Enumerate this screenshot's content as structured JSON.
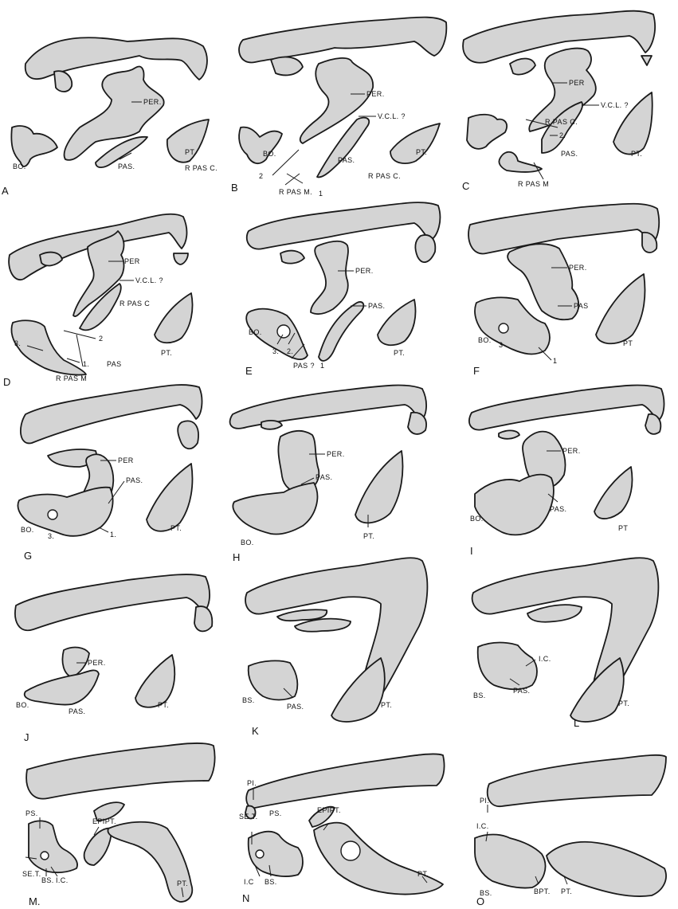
{
  "panels": [
    {
      "letter": "A",
      "labels": [
        "PER.",
        "BO.",
        "PAS.",
        "PT.",
        "R PAS C."
      ]
    },
    {
      "letter": "B",
      "labels": [
        "PER.",
        "V.C.L. ?",
        "BO.",
        "PAS.",
        "PT.",
        "R PAS C.",
        "R PAS M.",
        "2",
        "1"
      ]
    },
    {
      "letter": "C",
      "labels": [
        "PER",
        "V.C.L. ?",
        "R PAS C.",
        "2.",
        "PAS.",
        "PT.",
        "R PAS M"
      ]
    },
    {
      "letter": "D",
      "labels": [
        "PER",
        "V.C.L. ?",
        "R PAS C",
        "2",
        "3.",
        "1.",
        "PAS",
        "PT.",
        "R PAS M"
      ]
    },
    {
      "letter": "E",
      "labels": [
        "PER.",
        "PAS.",
        "BO.",
        "3.",
        "2.",
        "PAS ?",
        "1",
        "PT."
      ]
    },
    {
      "letter": "F",
      "labels": [
        "PER.",
        "PAS",
        "BO.",
        "3",
        "1",
        "PT"
      ]
    },
    {
      "letter": "G",
      "labels": [
        "PER",
        "PAS.",
        "BO.",
        "3.",
        "1.",
        "PT."
      ]
    },
    {
      "letter": "H",
      "labels": [
        "PER.",
        "PAS.",
        "BO.",
        "PT."
      ]
    },
    {
      "letter": "I",
      "labels": [
        "PER.",
        "BO.",
        "PAS.",
        "PT"
      ]
    },
    {
      "letter": "J",
      "labels": [
        "PER.",
        "BO.",
        "PAS.",
        "PT."
      ]
    },
    {
      "letter": "K",
      "labels": [
        "BS.",
        "PAS.",
        "PT."
      ]
    },
    {
      "letter": "L",
      "labels": [
        "I.C.",
        "BS.",
        "PAS.",
        "PT."
      ]
    },
    {
      "letter": "M.",
      "labels": [
        "PS.",
        "EPIPT.",
        "SE.T.",
        "BS.",
        "I.C.",
        "PT."
      ]
    },
    {
      "letter": "N",
      "labels": [
        "PI.",
        "SE.T.",
        "PS.",
        "EPIPT.",
        "I.C",
        "BS.",
        "PT."
      ]
    },
    {
      "letter": "O",
      "labels": [
        "PI.",
        "I.C.",
        "BS.",
        "BPT.",
        "PT."
      ]
    }
  ]
}
